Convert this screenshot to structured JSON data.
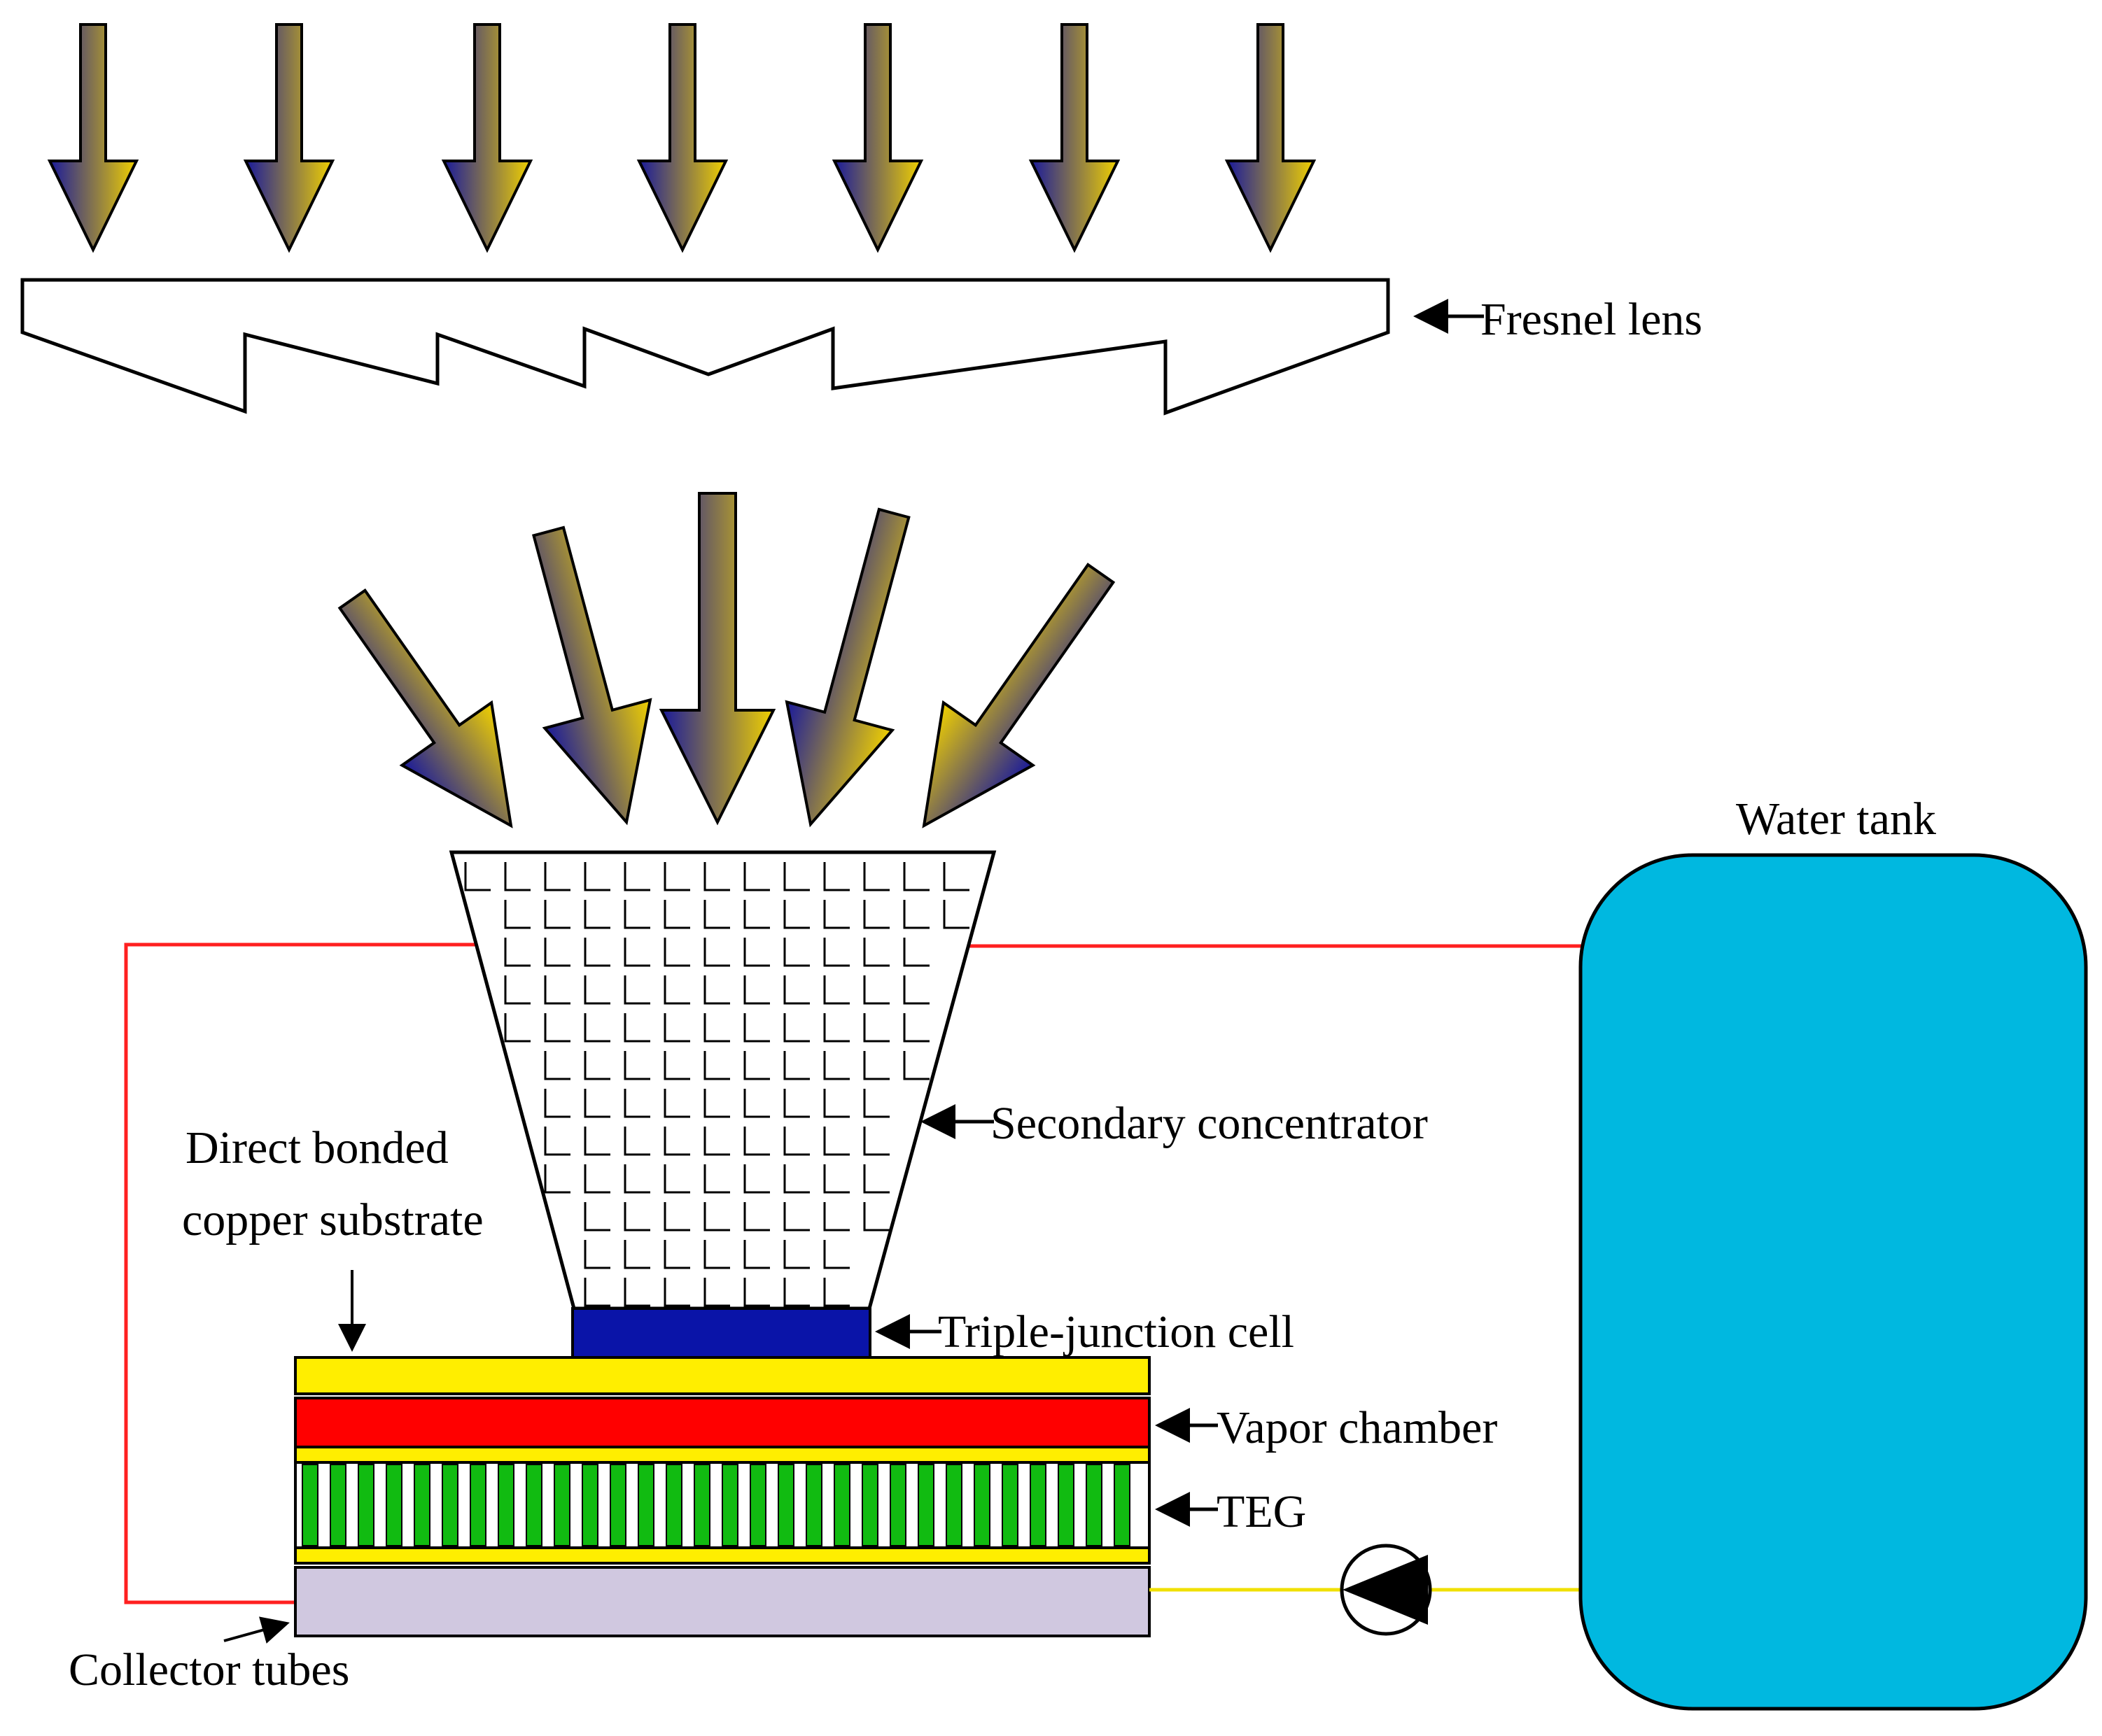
{
  "labels": {
    "fresnel_lens": "Fresnel lens",
    "water_tank": "Water tank",
    "secondary_concentrator": "Secondary concentrator",
    "direct_bonded_line1": "Direct bonded",
    "direct_bonded_line2": "copper substrate",
    "triple_junction_cell": "Triple-junction cell",
    "vapor_chamber": "Vapor chamber",
    "teg": "TEG",
    "collector_tubes": "Collector tubes"
  },
  "colors": {
    "arrow_blue": "#1a1a9a",
    "arrow_yellow": "#f0d000",
    "copper_substrate": "#ffee00",
    "vapor_chamber": "#ff0000",
    "teg_legs": "#11bb11",
    "cell": "#0a14a8",
    "collector": "#d0c8e0",
    "water_tank": "#00b8e0",
    "hot_pipe": "#ff2020",
    "cold_pipe": "#f0e000"
  },
  "icons": {
    "incident_sunlight": "down-arrow-icon",
    "concentrated_sunlight": "converging-arrow-icon",
    "pump": "pump-icon"
  }
}
